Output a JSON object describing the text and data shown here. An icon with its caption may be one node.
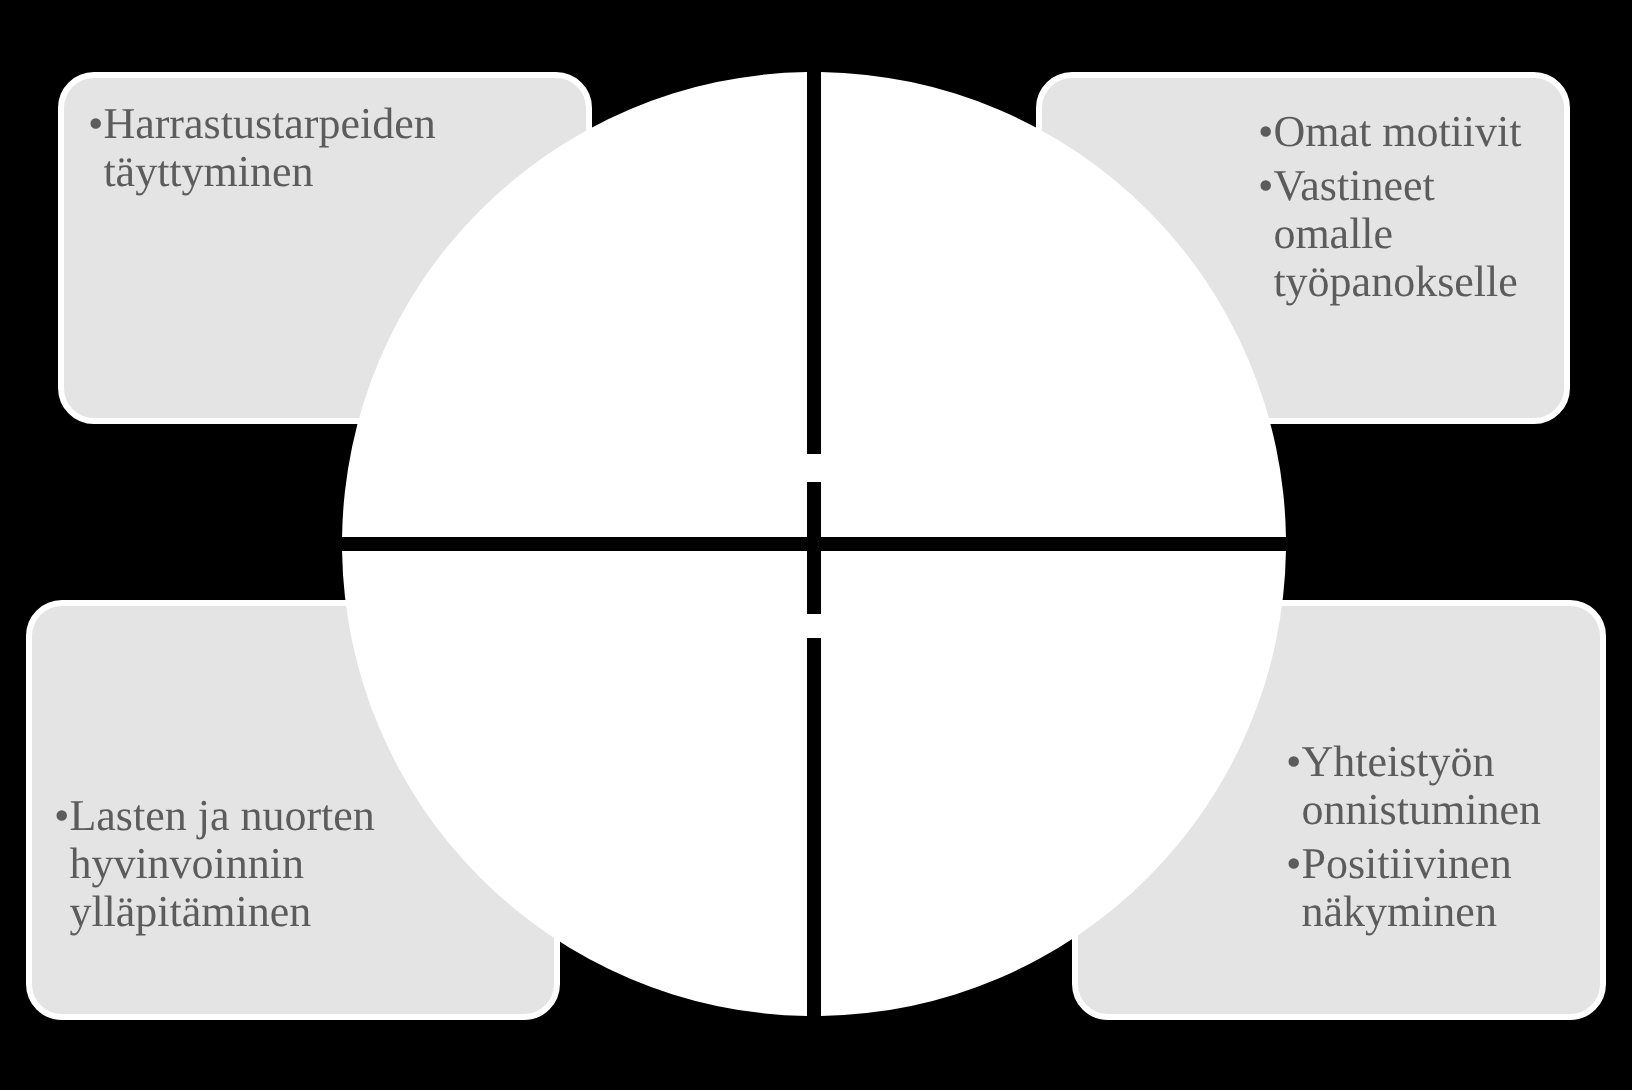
{
  "diagram": {
    "nodes": [
      {
        "text": [
          "•Harrastustarpeiden täyttyminen"
        ]
      },
      {
        "text": [
          "•Omat motiivit",
          "•Vastineet omalle työpanokselle"
        ]
      },
      {
        "text": [
          "•Lasten ja nuorten hyvinvoinnin ylläpitäminen"
        ]
      },
      {
        "text": [
          "•Yhteistyön onnistuminen",
          "•Positiivinen näkyminen"
        ]
      }
    ]
  }
}
